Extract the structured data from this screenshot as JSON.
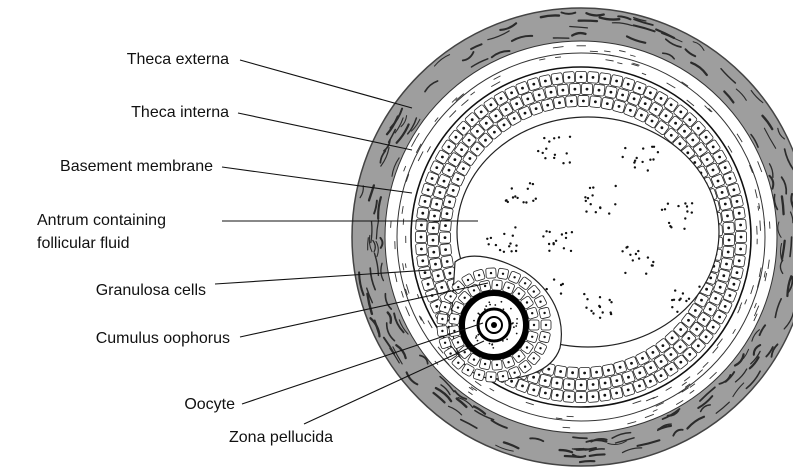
{
  "diagram": {
    "labels": [
      {
        "id": "theca-externa",
        "lines": [
          "Theca externa"
        ]
      },
      {
        "id": "theca-interna",
        "lines": [
          "Theca interna"
        ]
      },
      {
        "id": "basement-membrane",
        "lines": [
          "Basement membrane"
        ]
      },
      {
        "id": "antrum",
        "lines": [
          "Antrum containing",
          "follicular fluid"
        ]
      },
      {
        "id": "granulosa-cells",
        "lines": [
          "Granulosa cells"
        ]
      },
      {
        "id": "cumulus-oophorus",
        "lines": [
          "Cumulus oophorus"
        ]
      },
      {
        "id": "oocyte",
        "lines": [
          "Oocyte"
        ]
      },
      {
        "id": "zona-pellucida",
        "lines": [
          "Zona pellucida"
        ]
      }
    ]
  }
}
